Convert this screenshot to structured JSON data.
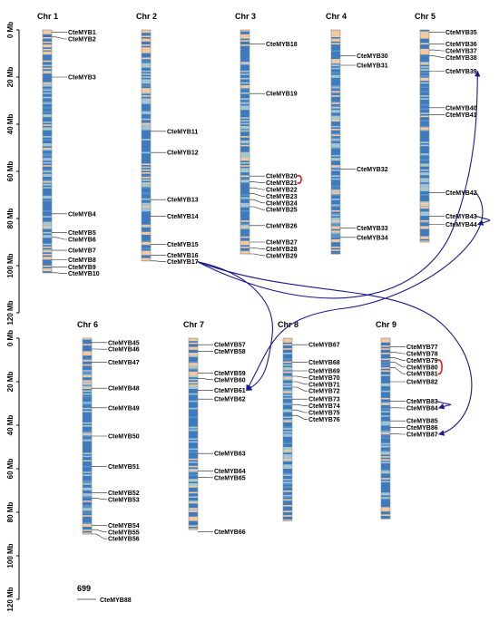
{
  "axis": {
    "unit": "Mb",
    "ticks": [
      0,
      20,
      40,
      60,
      80,
      100,
      120
    ]
  },
  "chromosomes": [
    {
      "name": "Chr 1",
      "length": 103,
      "genes": [
        {
          "name": "CteMYB1",
          "pos": 1
        },
        {
          "name": "CteMYB2",
          "pos": 3
        },
        {
          "name": "CteMYB3",
          "pos": 20
        },
        {
          "name": "CteMYB4",
          "pos": 78
        },
        {
          "name": "CteMYB5",
          "pos": 86
        },
        {
          "name": "CteMYB6",
          "pos": 88
        },
        {
          "name": "CteMYB7",
          "pos": 93.5
        },
        {
          "name": "CteMYB8",
          "pos": 97.5
        },
        {
          "name": "CteMYB9",
          "pos": 100.5
        },
        {
          "name": "CteMYB10",
          "pos": 103
        }
      ]
    },
    {
      "name": "Chr 2",
      "length": 98,
      "genes": [
        {
          "name": "CteMYB11",
          "pos": 43
        },
        {
          "name": "CteMYB12",
          "pos": 52
        },
        {
          "name": "CteMYB13",
          "pos": 72
        },
        {
          "name": "CteMYB14",
          "pos": 79
        },
        {
          "name": "CteMYB15",
          "pos": 91
        },
        {
          "name": "CteMYB16",
          "pos": 95.5
        },
        {
          "name": "CteMYB17",
          "pos": 98
        }
      ]
    },
    {
      "name": "Chr 3",
      "length": 95,
      "genes": [
        {
          "name": "CteMYB18",
          "pos": 6
        },
        {
          "name": "CteMYB19",
          "pos": 27
        },
        {
          "name": "CteMYB20",
          "pos": 62
        },
        {
          "name": "CteMYB21",
          "pos": 64.5
        },
        {
          "name": "CteMYB22",
          "pos": 67
        },
        {
          "name": "CteMYB23",
          "pos": 69.5
        },
        {
          "name": "CteMYB24",
          "pos": 72
        },
        {
          "name": "CteMYB25",
          "pos": 75
        },
        {
          "name": "CteMYB26",
          "pos": 83
        },
        {
          "name": "CteMYB27",
          "pos": 90
        },
        {
          "name": "CteMYB28",
          "pos": 92.5
        },
        {
          "name": "CteMYB29",
          "pos": 95
        }
      ]
    },
    {
      "name": "Chr 4",
      "length": 95,
      "genes": [
        {
          "name": "CteMYB30",
          "pos": 11
        },
        {
          "name": "CteMYB31",
          "pos": 15
        },
        {
          "name": "CteMYB32",
          "pos": 59
        },
        {
          "name": "CteMYB33",
          "pos": 84
        },
        {
          "name": "CteMYB34",
          "pos": 88
        }
      ]
    },
    {
      "name": "Chr 5",
      "length": 90,
      "genes": [
        {
          "name": "CteMYB35",
          "pos": 1
        },
        {
          "name": "CteMYB36",
          "pos": 6
        },
        {
          "name": "CteMYB37",
          "pos": 8.5
        },
        {
          "name": "CteMYB38",
          "pos": 11
        },
        {
          "name": "CteMYB39",
          "pos": 17.5
        },
        {
          "name": "CteMYB40",
          "pos": 33
        },
        {
          "name": "CteMYB41",
          "pos": 36
        },
        {
          "name": "CteMYB42",
          "pos": 69
        },
        {
          "name": "CteMYB43",
          "pos": 79
        },
        {
          "name": "CteMYB44",
          "pos": 82.5
        }
      ]
    },
    {
      "name": "Chr 6",
      "length": 90,
      "genes": [
        {
          "name": "CteMYB45",
          "pos": 2
        },
        {
          "name": "CteMYB46",
          "pos": 5
        },
        {
          "name": "CteMYB47",
          "pos": 11
        },
        {
          "name": "CteMYB48",
          "pos": 23
        },
        {
          "name": "CteMYB49",
          "pos": 32
        },
        {
          "name": "CteMYB50",
          "pos": 45
        },
        {
          "name": "CteMYB51",
          "pos": 59
        },
        {
          "name": "CteMYB52",
          "pos": 71
        },
        {
          "name": "CteMYB53",
          "pos": 73.5
        },
        {
          "name": "CteMYB54",
          "pos": 86
        },
        {
          "name": "CteMYB55",
          "pos": 88
        },
        {
          "name": "CteMYB56",
          "pos": 90
        }
      ]
    },
    {
      "name": "Chr 7",
      "length": 88,
      "genes": [
        {
          "name": "CteMYB57",
          "pos": 3
        },
        {
          "name": "CteMYB58",
          "pos": 6
        },
        {
          "name": "CteMYB59",
          "pos": 16
        },
        {
          "name": "CteMYB60",
          "pos": 18.5
        },
        {
          "name": "CteMYB61",
          "pos": 24
        },
        {
          "name": "CteMYB62",
          "pos": 28
        },
        {
          "name": "CteMYB63",
          "pos": 53
        },
        {
          "name": "CteMYB64",
          "pos": 61
        },
        {
          "name": "CteMYB65",
          "pos": 64
        },
        {
          "name": "CteMYB66",
          "pos": 89
        }
      ]
    },
    {
      "name": "Chr 8",
      "length": 84,
      "genes": [
        {
          "name": "CteMYB67",
          "pos": 3
        },
        {
          "name": "CteMYB68",
          "pos": 11
        },
        {
          "name": "CteMYB69",
          "pos": 15
        },
        {
          "name": "CteMYB70",
          "pos": 17.5
        },
        {
          "name": "CteMYB71",
          "pos": 20
        },
        {
          "name": "CteMYB72",
          "pos": 22.5
        },
        {
          "name": "CteMYB73",
          "pos": 28
        },
        {
          "name": "CteMYB74",
          "pos": 30.5
        },
        {
          "name": "CteMYB75",
          "pos": 33
        },
        {
          "name": "CteMYB76",
          "pos": 35.5
        }
      ]
    },
    {
      "name": "Chr 9",
      "length": 83,
      "genes": [
        {
          "name": "CteMYB77",
          "pos": 4
        },
        {
          "name": "CteMYB78",
          "pos": 6.5
        },
        {
          "name": "CteMYB79",
          "pos": 9
        },
        {
          "name": "CteMYB80",
          "pos": 11
        },
        {
          "name": "CteMYB81",
          "pos": 13.5
        },
        {
          "name": "CteMYB82",
          "pos": 20
        },
        {
          "name": "CteMYB83",
          "pos": 29
        },
        {
          "name": "CteMYB84",
          "pos": 32
        },
        {
          "name": "CteMYB85",
          "pos": 38
        },
        {
          "name": "CteMYB86",
          "pos": 41
        },
        {
          "name": "CteMYB87",
          "pos": 44
        }
      ]
    }
  ],
  "unplaced": {
    "name": "699",
    "genes": [
      {
        "name": "CteMYB88"
      }
    ]
  },
  "tandem_pairs": [
    [
      "CteMYB20",
      "CteMYB21"
    ],
    [
      "CteMYB79",
      "CteMYB81"
    ]
  ],
  "segmental_links": [
    [
      "CteMYB17",
      "CteMYB39"
    ],
    [
      "CteMYB17",
      "CteMYB87"
    ],
    [
      "CteMYB17",
      "CteMYB61"
    ],
    [
      "CteMYB42",
      "CteMYB61"
    ],
    [
      "CteMYB43",
      "CteMYB44"
    ],
    [
      "CteMYB83",
      "CteMYB84"
    ]
  ],
  "colors": {
    "link": "#1a1a8c",
    "tandem": "#e41a1c",
    "dense": "#3d7bbf",
    "sparse": "#f2c9a0",
    "mid": "#a9c9c9"
  }
}
